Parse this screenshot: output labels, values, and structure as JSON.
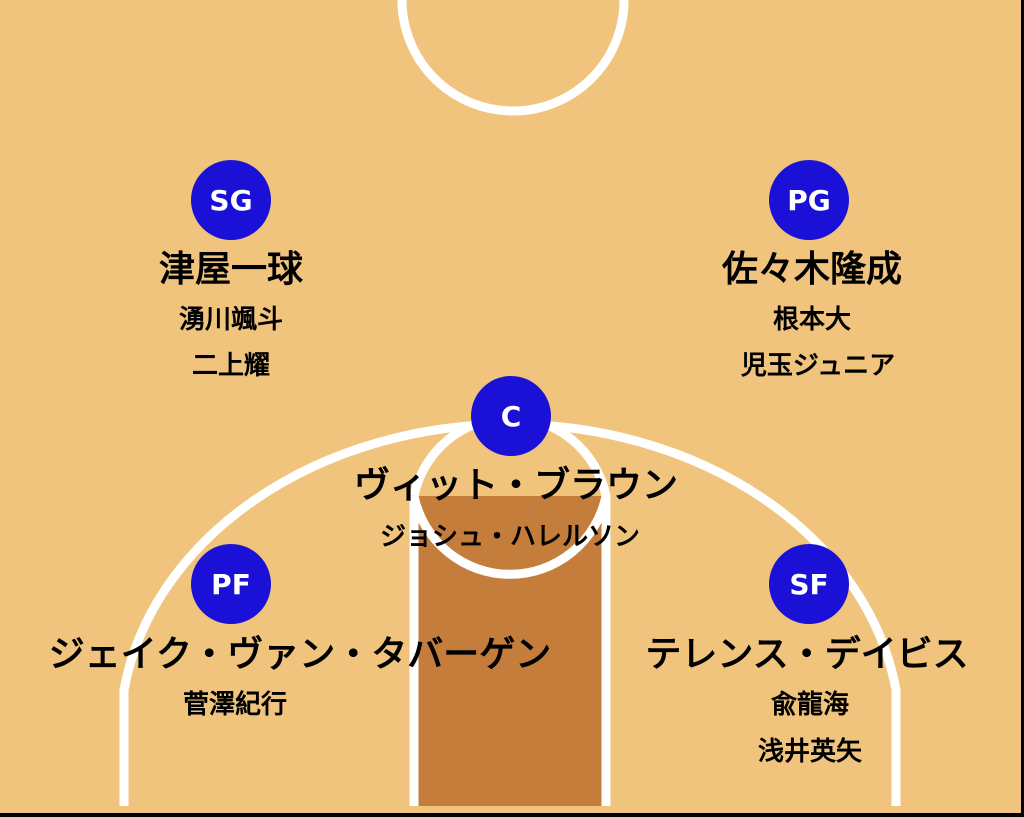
{
  "colors": {
    "court": "#f0c47c",
    "paint": "#c47d3a",
    "lines": "#ffffff",
    "circle": "#1a10d6"
  },
  "positions": [
    {
      "label": "SG",
      "starter": "津屋一球",
      "bench": [
        "湧川颯斗",
        "二上耀"
      ]
    },
    {
      "label": "PG",
      "starter": "佐々木隆成",
      "bench": [
        "根本大",
        "児玉ジュニア"
      ]
    },
    {
      "label": "C",
      "starter": "ヴィット・ブラウン",
      "bench": [
        "ジョシュ・ハレルソン"
      ]
    },
    {
      "label": "PF",
      "starter": "ジェイク・ヴァン・タバーゲン",
      "bench": [
        "菅澤紀行"
      ]
    },
    {
      "label": "SF",
      "starter": "テレンス・デイビス",
      "bench": [
        "兪龍海",
        "浅井英矢"
      ]
    }
  ]
}
